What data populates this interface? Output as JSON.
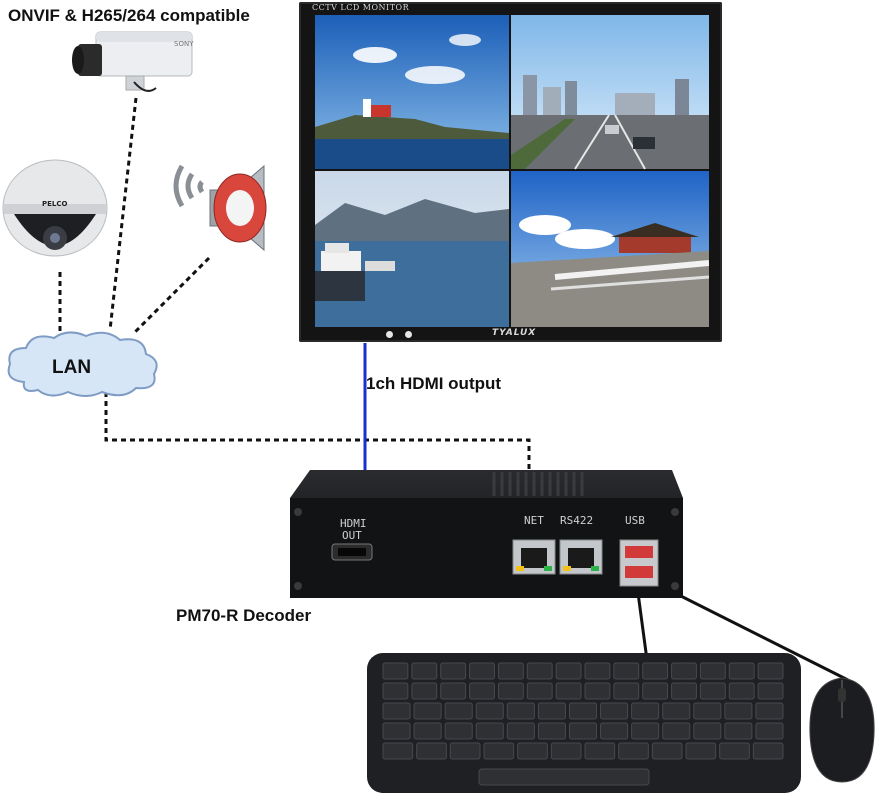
{
  "labels": {
    "title": "ONVIF & H265/264 compatible",
    "hdmi_output": "1ch HDMI output",
    "decoder": "PM70-R Decoder",
    "lan": "LAN"
  },
  "monitor": {
    "title": "CCTV LCD MONITOR",
    "brand": "TYALUX",
    "panels": [
      "lighthouse",
      "highway",
      "harbor",
      "temple"
    ]
  },
  "decoder": {
    "ports": {
      "hdmi": [
        "HDMI",
        "OUT"
      ],
      "net": "NET",
      "rs422": "RS422",
      "usb": "USB"
    }
  },
  "devices": {
    "box_camera_brand": "SONY",
    "dome_camera_brand": "PELCO"
  },
  "colors": {
    "hdmi_cable": "#1a2fd0",
    "network_line": "#111111",
    "usb_cable": "#111111",
    "cloud_fill": "#d7e6f6",
    "cloud_stroke": "#7e9cc4"
  }
}
